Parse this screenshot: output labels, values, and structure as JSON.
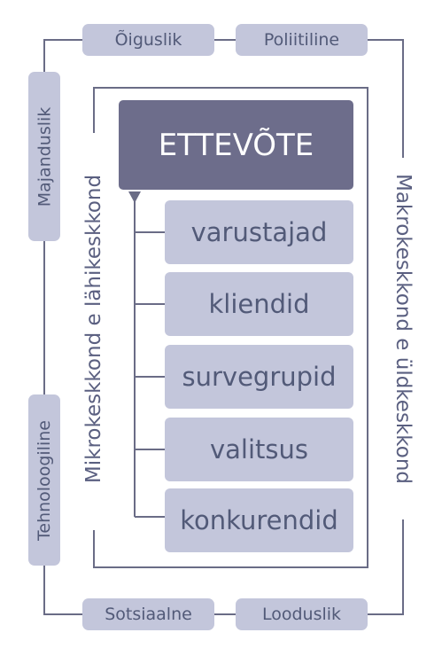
{
  "core": {
    "label": "ETTEVÕTE"
  },
  "micro": {
    "label": "Mikrokeskkond e lähikeskkond",
    "items": [
      "varustajad",
      "kliendid",
      "survegrupid",
      "valitsus",
      "konkurendid"
    ]
  },
  "macro": {
    "label": "Makrokeskkond e üldkeskkond",
    "top": [
      "Õiguslik",
      "Poliitiline"
    ],
    "bottom": [
      "Sotsiaalne",
      "Looduslik"
    ],
    "left": [
      "Majanduslik",
      "Tehnoloogiline"
    ]
  },
  "colors": {
    "chip": "#c3c6db",
    "core": "#6d6d8b",
    "text": "#525a78",
    "line": "#6a6c86"
  }
}
